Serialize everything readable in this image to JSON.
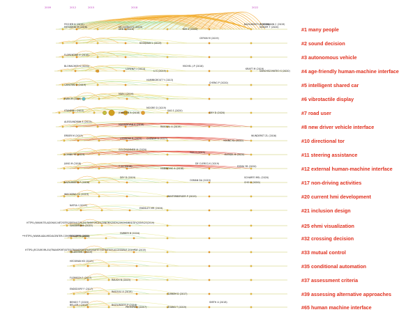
{
  "timeline": {
    "years": [
      "2009",
      "2012",
      "2015",
      "2018",
      "2022"
    ]
  },
  "colors": {
    "cluster_label": "#e0301e",
    "timeline_line": "#c8c860",
    "arc_recent": "#f0a020",
    "arc_old": "#a0e0a0",
    "year_label": "#c040c0"
  },
  "clusters": [
    {
      "label": "#1 many people"
    },
    {
      "label": "#2 sound decision"
    },
    {
      "label": "#3 autonomous vehicle"
    },
    {
      "label": "#4 age-friendly human-machine interface"
    },
    {
      "label": "#5 intelligent shared car"
    },
    {
      "label": "#6 vibrotactile display"
    },
    {
      "label": "#7 road user"
    },
    {
      "label": "#8 new driver vehicle interface"
    },
    {
      "label": "#10 directional tor"
    },
    {
      "label": "#11 steering assistance"
    },
    {
      "label": "#12 external human-machine interface"
    },
    {
      "label": "#17 non-driving activities"
    },
    {
      "label": "#20 current hmi development"
    },
    {
      "label": "#21 inclusion design"
    },
    {
      "label": "#25 ehmi visualization"
    },
    {
      "label": "#32 crossing decision"
    },
    {
      "label": "#33 mutual control"
    },
    {
      "label": "#35 conditional automation"
    },
    {
      "label": "#37 assessment criteria"
    },
    {
      "label": "#39 assessing alternative approaches"
    },
    {
      "label": "#65 human machine interface"
    }
  ],
  "node_labels": [
    "FECHER N (2015)",
    "DE CLERCQ K (2019)",
    "KIM S (2020)",
    "ACKERMANN C (2019)",
    "MITSIDEMI M (2016)",
    "DEB S (2018)",
    "BAZILINSKYY P (2020)",
    "SINGER T (2020)",
    "KOOIJMAN L (2019)",
    "CEFKIN M (2019)",
    "FLORENTINE E (2016)",
    "LI S (2019)",
    "MICHEL J-P (2016)",
    "KRAFT M (2019)",
    "SANCHEZ-MATEO S (2020)",
    "BLOMACHER K (2020)",
    "LORENZ L (2014)",
    "CARSTEN O (2019)",
    "HAMMIGROUT Y (2013)",
    "CHENG P (2020)",
    "PARK M (2018)",
    "MAN J (2019)",
    "STAMPIN J (2015)",
    "JOHNSEN A (2018)",
    "MOORE D (2019)",
    "SAS S (2020)",
    "DEY D (2020)",
    "ALESSANDRINI A (2015)",
    "MAHADEVAN K (2018)",
    "RASOULI A (2019)",
    "ERBER M (2015)",
    "LODDENS R (2020)",
    "YOUNG KL (2020)",
    "WUNDERST ZL (2016)",
    "CHENAM D (2015)",
    "COMBS TS (2019)",
    "GOLDHAMMER M (2020)",
    "YUN S (2019)",
    "ELFADIL B (2020)",
    "JUNG M (2018)",
    "T 2U (2018)",
    "HABIBOVIC A (2018)",
    "DE CLERCQ K (2019)",
    "EISMA YB (2020)",
    "BAZILINSKYY P (2016)",
    "DEY D (2019)",
    "OSMAN DA (2019)",
    "CHO H (2020)",
    "SCHARFE MSL (2020)",
    "WIECKENS CC (2019)",
    "WINTERBERGER P (2019)",
    "NATSA I (2019)",
    "ENDSLEY MR (2019)",
    "GASSERNMA (2015)",
    "FARBER B (2016)",
    "COLLEY M (2020)",
    "FELDSTEIN I (2019)",
    "HECKMAN KS (2015)",
    "FLEMISCH F (2017)",
    "RAUCH N (2015)",
    "ENDSDORF F (2017)",
    "RASOULI A (2019)",
    "SUNKIM D (2017)",
    "BENGO T (2018)",
    "BAZILINSKYY P (2018)",
    "ZHANG T (2019)",
    "SMITH A (2018)",
    "BELLER J (2013)",
    "PROMPER J (2017)"
  ],
  "url_strings": [
    "HTTPS://WWW.TELADONUS.NET/SITES/DEFAULT/FILES/TASKFORCE%20NON%20D%20SCHEMESITE%20N%20(2019)",
    "**HTTPS://WWW.ADA.MEDIACENTER.COM/PRESS/PPE (2020)",
    "HTTPS://ECEUROPA.EU/TRANSPORT/SITES/TRANSPORT/FILES/SAFETY/STRATEGY-ACCESSIBLE-2019PDF (2015)"
  ]
}
